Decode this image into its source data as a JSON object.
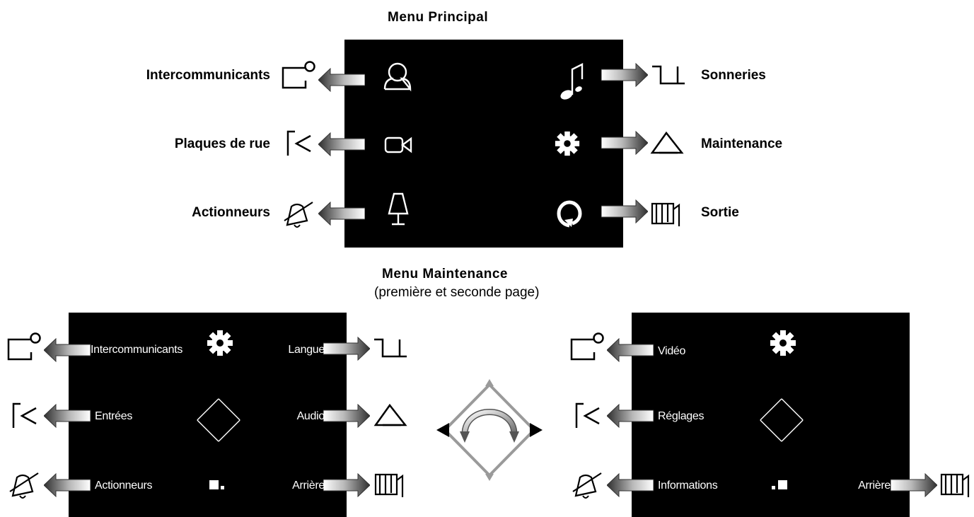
{
  "main_menu": {
    "title": "Menu  Principal",
    "left_items": [
      {
        "label": "Intercommunicants",
        "icon": "intercom-icon",
        "screen_icon": "user-icon"
      },
      {
        "label": "Plaques de rue",
        "icon": "entrance-panel-icon",
        "screen_icon": "camera-icon"
      },
      {
        "label": "Actionneurs",
        "icon": "bell-mute-icon",
        "screen_icon": "lamp-icon"
      }
    ],
    "right_items": [
      {
        "label": "Sonneries",
        "icon": "ringtone-step-icon",
        "screen_icon": "music-note-icon"
      },
      {
        "label": "Maintenance",
        "icon": "triangle-icon",
        "screen_icon": "gear-icon"
      },
      {
        "label": "Sortie",
        "icon": "exit-door-icon",
        "screen_icon": "refresh-icon"
      }
    ]
  },
  "maintenance_menu": {
    "title": "Menu  Maintenance",
    "subtitle": "(première et seconde page)",
    "page1": {
      "left_labels": [
        "Intercommunicants",
        "Entrées",
        "Actionneurs"
      ],
      "right_labels": [
        "Langue",
        "Audio",
        "Arrière"
      ]
    },
    "page2": {
      "left_labels": [
        "Vidéo",
        "Réglages",
        "Informations"
      ],
      "right_labels": [
        "Arrière"
      ]
    }
  },
  "colors": {
    "screen": "#000000",
    "arrow_dark": "#3a3a3a",
    "arrow_light": "#ffffff",
    "nav_frame": "#9a9a9a"
  }
}
